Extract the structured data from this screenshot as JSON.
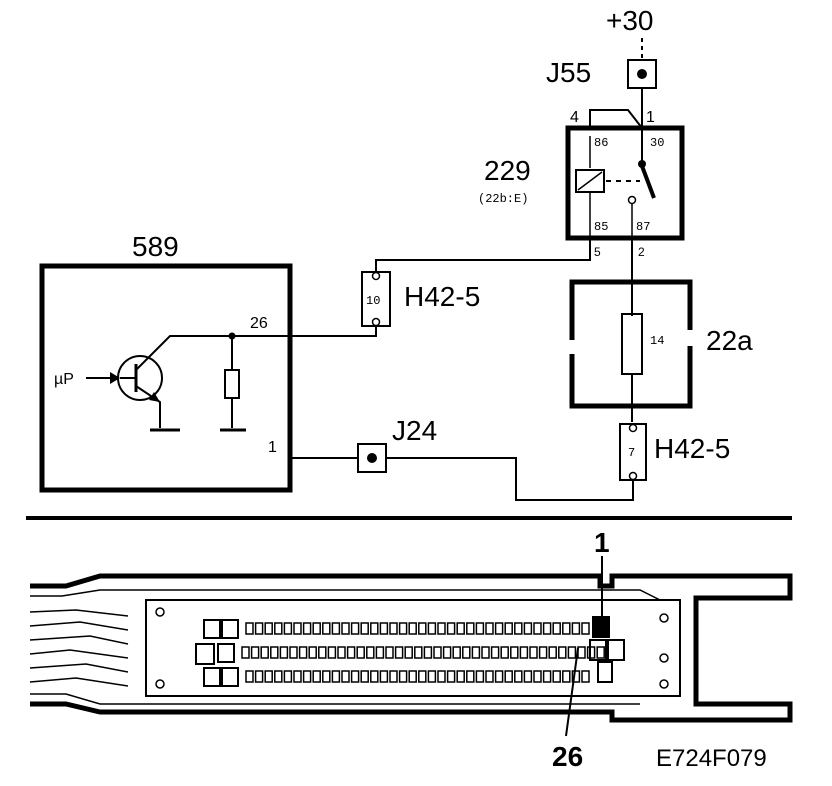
{
  "supply": {
    "label": "+30"
  },
  "ground_point_top": {
    "label": "J55"
  },
  "relay": {
    "id": "229",
    "sub": "(22b:E)",
    "pin_4": "4",
    "pin_1": "1",
    "pin_86": "86",
    "pin_30": "30",
    "pin_85": "85",
    "pin_87": "87",
    "pin_5": "5",
    "pin_2": "2"
  },
  "ecu": {
    "id": "589",
    "pin_26": "26",
    "pin_1": "1",
    "input_label": "µP"
  },
  "connector_top": {
    "id": "H42-5",
    "pin": "10"
  },
  "connector_bottom": {
    "id": "H42-5",
    "pin": "7"
  },
  "fuse_box": {
    "id": "22a",
    "fuse": "14"
  },
  "ground_point_mid": {
    "label": "J24"
  },
  "connector_view": {
    "pin_1": "1",
    "pin_26": "26"
  },
  "figure_code": "E724F079"
}
